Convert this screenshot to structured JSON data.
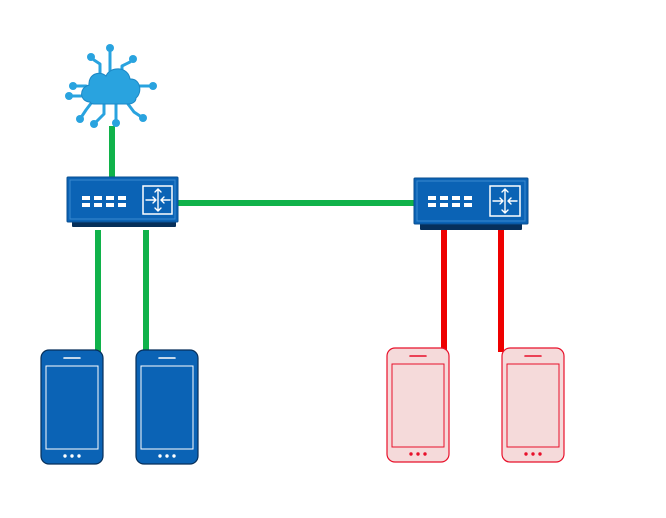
{
  "diagram": {
    "nodes": [
      {
        "id": "cloud",
        "kind": "cloud-network",
        "icon": "cloud-network-icon"
      },
      {
        "id": "switch-left",
        "kind": "network-switch",
        "icon": "router-switch-icon"
      },
      {
        "id": "switch-right",
        "kind": "network-switch",
        "icon": "router-switch-icon"
      },
      {
        "id": "phone-1",
        "kind": "mobile-device",
        "status": "connected"
      },
      {
        "id": "phone-2",
        "kind": "mobile-device",
        "status": "connected"
      },
      {
        "id": "phone-3",
        "kind": "mobile-device",
        "status": "disconnected"
      },
      {
        "id": "phone-4",
        "kind": "mobile-device",
        "status": "disconnected"
      }
    ],
    "links": [
      {
        "from": "cloud",
        "to": "switch-left",
        "status": "active"
      },
      {
        "from": "switch-left",
        "to": "switch-right",
        "status": "active"
      },
      {
        "from": "switch-left",
        "to": "phone-1",
        "status": "active"
      },
      {
        "from": "switch-left",
        "to": "phone-2",
        "status": "active"
      },
      {
        "from": "switch-right",
        "to": "phone-3",
        "status": "fault"
      },
      {
        "from": "switch-right",
        "to": "phone-4",
        "status": "fault"
      }
    ]
  },
  "colors": {
    "device_blue": "#0b63b5",
    "device_blue_dark": "#0a4f92",
    "device_blue_shadow": "#062f5a",
    "cloud_blue": "#29a3df",
    "link_active": "#10b24a",
    "link_fault": "#ee0000",
    "phone_fault_fill": "#f5dada",
    "phone_fault_stroke": "#e8102a"
  }
}
